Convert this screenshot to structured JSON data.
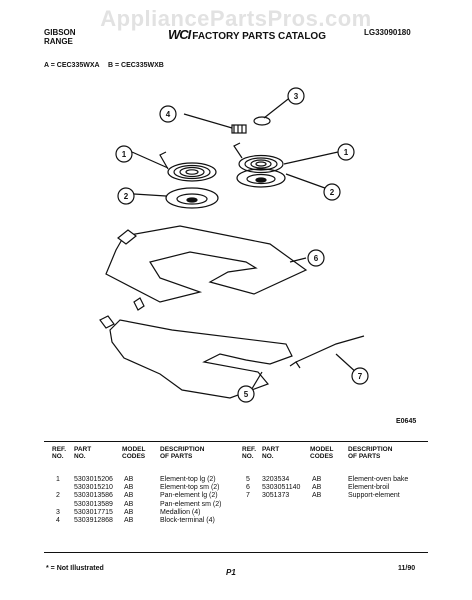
{
  "watermark": "AppliancePartsPros.com",
  "header": {
    "brand_line1": "GIBSON",
    "brand_line2": "RANGE",
    "catalog_title": "FACTORY PARTS CATALOG",
    "catalog_logo": "WCI",
    "catalog_number": "LG33090180"
  },
  "models": {
    "a": "A = CEC335WXA",
    "b": "B = CEC335WXB"
  },
  "diagram": {
    "callouts": [
      "1",
      "1",
      "2",
      "2",
      "3",
      "4",
      "5",
      "6",
      "7"
    ],
    "code": "E0645"
  },
  "table": {
    "headers": {
      "ref": [
        "REF.",
        "NO."
      ],
      "part": [
        "PART",
        "NO."
      ],
      "model": [
        "MODEL",
        "CODES"
      ],
      "desc": [
        "DESCRIPTION",
        "OF PARTS"
      ]
    },
    "left": {
      "ref": [
        "1",
        "",
        "2",
        "",
        "3",
        "4"
      ],
      "part": [
        "5303015206",
        "5303015210",
        "5303013586",
        "5303013589",
        "5303017715",
        "5303912868"
      ],
      "model": [
        "AB",
        "AB",
        "AB",
        "AB",
        "AB",
        "AB"
      ],
      "desc": [
        "Element-top lg (2)",
        "Element-top sm (2)",
        "Pan-element lg (2)",
        "Pan-element sm (2)",
        "Medallion (4)",
        "Block-terminal (4)"
      ]
    },
    "right": {
      "ref": [
        "5",
        "6",
        "7"
      ],
      "part": [
        "3203534",
        "5303051140",
        "3051373"
      ],
      "model": [
        "AB",
        "AB",
        "AB"
      ],
      "desc": [
        "Element-oven bake",
        "Element-broil",
        "Support-element"
      ]
    }
  },
  "footer": {
    "note": "* = Not Illustrated",
    "page": "P1",
    "date": "11/90"
  }
}
